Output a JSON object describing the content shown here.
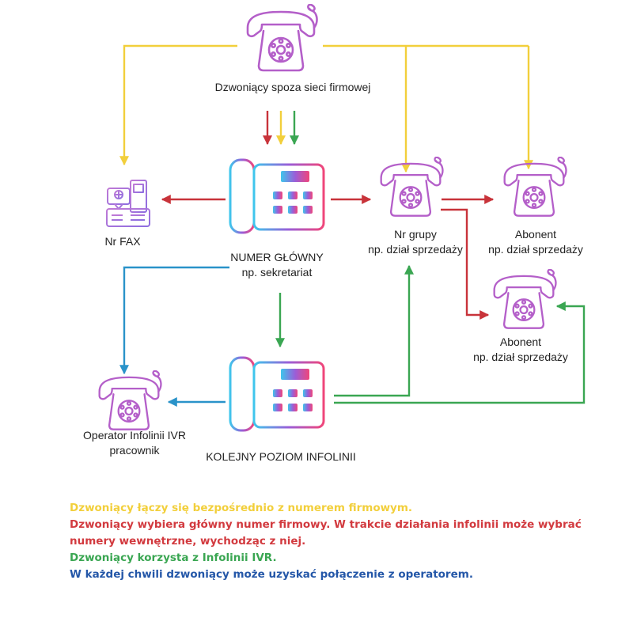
{
  "nodes": {
    "external_caller": {
      "label": "Dzwoniący spoza sieci firmowej",
      "icon": "rotary-phone-icon"
    },
    "fax": {
      "label": "Nr FAX",
      "icon": "fax-icon"
    },
    "main_number": {
      "label_line1": "NUMER GŁÓWNY",
      "label_line2": "np. sekretariat",
      "icon": "desk-phone-icon"
    },
    "group_number": {
      "label_line1": "Nr grupy",
      "label_line2": "np. dział sprzedaży",
      "icon": "rotary-phone-icon"
    },
    "subscriber_1": {
      "label_line1": "Abonent",
      "label_line2": "np. dział sprzedaży",
      "icon": "rotary-phone-icon"
    },
    "subscriber_2": {
      "label_line1": "Abonent",
      "label_line2": "np. dział sprzedaży",
      "icon": "rotary-phone-icon"
    },
    "ivr_operator": {
      "label_line1": "Operator Infolinii IVR",
      "label_line2": "pracownik",
      "icon": "rotary-phone-icon"
    },
    "ivr_next_level": {
      "label": "KOLEJNY POZIOM INFOLINII",
      "icon": "desk-phone-icon"
    }
  },
  "colors": {
    "yellow": "#f2cf3b",
    "red": "#c8333a",
    "green": "#3aa652",
    "blue": "#2a93c9",
    "navy": "#2457a8",
    "phone_icon": "#b45fc9"
  },
  "legend": [
    {
      "text": "Dzwoniący łączy się bezpośrednio z numerem firmowym.",
      "color": "#f2cf3b"
    },
    {
      "text": "Dzwoniący wybiera główny numer firmowy. W trakcie działania infolinii może wybrać",
      "color": "#d23a3f"
    },
    {
      "text": "numery wewnętrzne, wychodząc z niej.",
      "color": "#d23a3f"
    },
    {
      "text": "Dzwoniący korzysta z Infolinii IVR.",
      "color": "#3aa652"
    },
    {
      "text": "W każdej chwili dzwoniący może uzyskać połączenie z operatorem.",
      "color": "#2457a8"
    }
  ]
}
